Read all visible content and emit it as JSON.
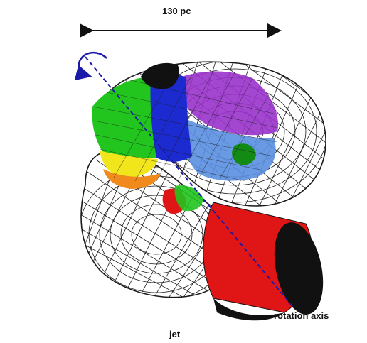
{
  "labels": {
    "scale": "130 pc",
    "rotation_axis": "rotation axis",
    "jet": "jet"
  },
  "colors": {
    "mesh": "#1a1a1a",
    "green": "#22c41e",
    "dark_green": "#138a14",
    "blue": "#1c2bd0",
    "light_blue": "#5a8fe0",
    "purple": "#9933cc",
    "yellow": "#f1e61c",
    "orange": "#f08a1c",
    "red": "#e01616",
    "black": "#111111",
    "axis": "#1a1aa8"
  }
}
